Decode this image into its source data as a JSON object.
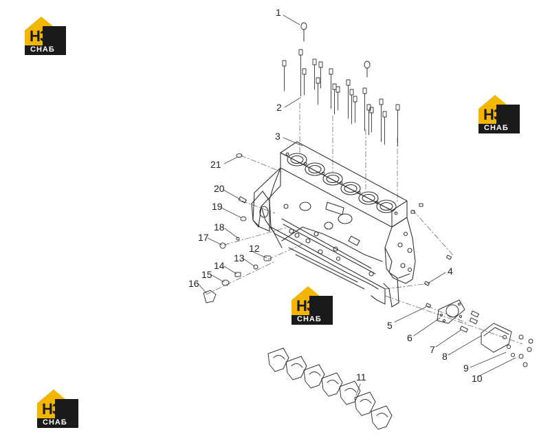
{
  "logo": {
    "mark": "H3",
    "caption": "CHAБ"
  },
  "callouts": [
    "1",
    "2",
    "3",
    "4",
    "5",
    "6",
    "7",
    "8",
    "9",
    "10",
    "11",
    "12",
    "13",
    "14",
    "15",
    "16",
    "17",
    "18",
    "19",
    "20",
    "21"
  ],
  "colors": {
    "line": "#333333",
    "logo_yellow": "#f2b500",
    "logo_black": "#1a1a1a"
  }
}
